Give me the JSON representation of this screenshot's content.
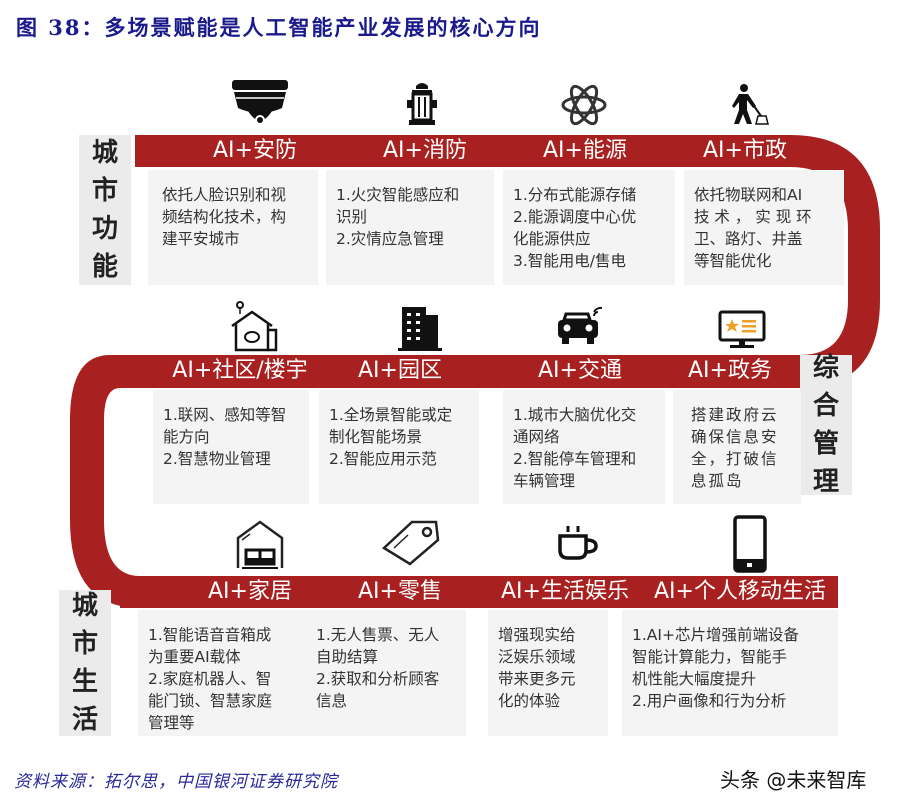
{
  "header": {
    "title": "图 38：多场景赋能是人工智能产业发展的核心方向"
  },
  "footer": {
    "source": "资料来源：拓尔思，中国银河证券研究院",
    "watermark": "头条 @未来智库"
  },
  "colors": {
    "band": "#a8201f",
    "box": "#f4f4f4",
    "side_label_bg": "#ebebeb",
    "title": "#1a1a8c",
    "icon_accent": "#f0a028"
  },
  "side_labels": {
    "city_function": [
      "城",
      "市",
      "功",
      "能"
    ],
    "integrated_management": [
      "综",
      "合",
      "管",
      "理"
    ],
    "city_life": [
      "城",
      "市",
      "生",
      "活"
    ]
  },
  "rows": [
    {
      "group": "城市功能",
      "items": [
        {
          "icon": "security-camera-icon",
          "label": "AI+安防",
          "text": "依托人脸识别和视\n频结构化技术，构\n建平安城市"
        },
        {
          "icon": "fire-hydrant-icon",
          "label": "AI+消防",
          "text": "1.火灾智能感应和\n识别\n2.灾情应急管理"
        },
        {
          "icon": "atom-icon",
          "label": "AI+能源",
          "text": "1.分布式能源存储\n2.能源调度中心优\n化能源供应\n3.智能用电/售电"
        },
        {
          "icon": "street-sweeper-icon",
          "label": "AI+市政",
          "text": "依托物联网和AI\n技 术 ， 实 现 环\n卫、路灯、井盖\n等智能优化"
        }
      ]
    },
    {
      "group": "综合管理",
      "items": [
        {
          "icon": "community-house-icon",
          "label": "AI+社区/楼宇",
          "text": "1.联网、感知等智\n能方向\n2.智慧物业管理"
        },
        {
          "icon": "office-building-icon",
          "label": "AI+园区",
          "text": "1.全场景智能或定\n制化智能场景\n2.智能应用示范"
        },
        {
          "icon": "connected-car-icon",
          "label": "AI+交通",
          "text": "1.城市大脑优化交\n通网络\n2.智能停车管理和\n车辆管理"
        },
        {
          "icon": "government-monitor-icon",
          "label": "AI+政务",
          "text": "搭建政府云\n确保信息安\n全，打破信\n息孤岛"
        }
      ]
    },
    {
      "group": "城市生活",
      "items": [
        {
          "icon": "smart-home-icon",
          "label": "AI+家居",
          "text": "1.智能语音音箱成\n为重要AI载体\n2.家庭机器人、智\n能门锁、智慧家庭\n管理等"
        },
        {
          "icon": "price-tag-icon",
          "label": "AI+零售",
          "text": "1.无人售票、无人\n自助结算\n2.获取和分析顾客\n信息"
        },
        {
          "icon": "coffee-cup-icon",
          "label": "AI+生活娱乐",
          "text": "增强现实给\n泛娱乐领域\n带来更多元\n化的体验"
        },
        {
          "icon": "smartphone-icon",
          "label": "AI+个人移动生活",
          "text": "1.AI+芯片增强前端设备\n智能计算能力，智能手\n机性能大幅度提升\n2.用户画像和行为分析"
        }
      ]
    }
  ]
}
